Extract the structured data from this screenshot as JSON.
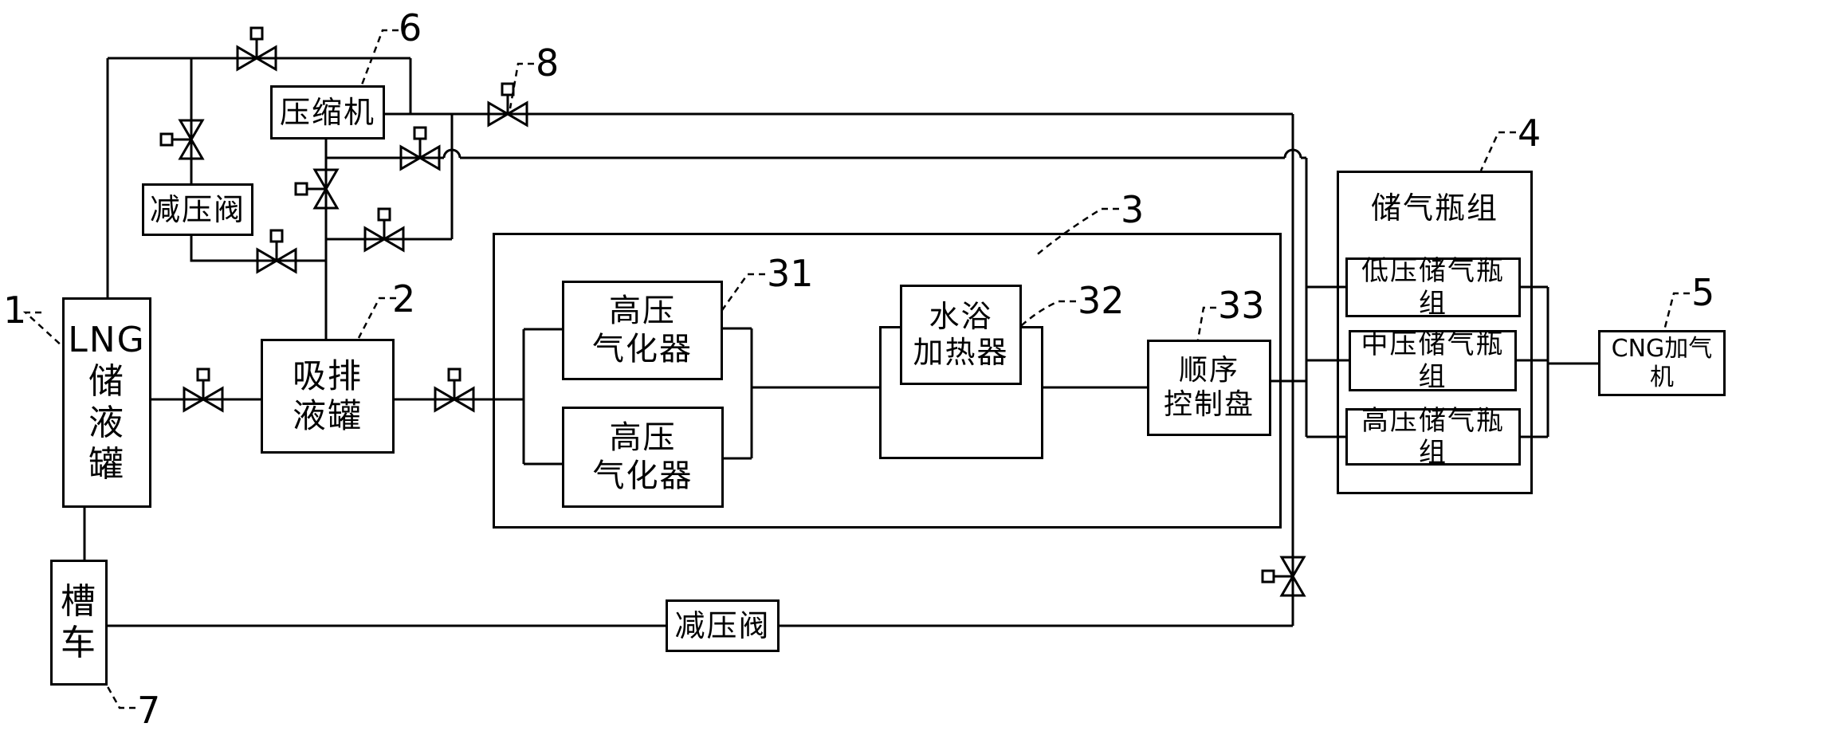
{
  "colors": {
    "background": "#ffffff",
    "line": "#000000"
  },
  "boxes": {
    "compressor": "压缩机",
    "relief_valve_top": "减压阀",
    "relief_valve_bottom": "减压阀",
    "lng_tank": {
      "line1": "LNG",
      "line2": "储",
      "line3": "液",
      "line4": "罐"
    },
    "suction_tank": {
      "line1": "吸排",
      "line2": "液罐"
    },
    "tank_truck": {
      "line1": "槽",
      "line2": "车"
    },
    "vaporizer_top": {
      "line1": "高压",
      "line2": "气化器"
    },
    "vaporizer_bottom": {
      "line1": "高压",
      "line2": "气化器"
    },
    "water_bath_heater": {
      "line1": "水浴",
      "line2": "加热器"
    },
    "sequence_control_panel": {
      "line1": "顺序",
      "line2": "控制盘"
    },
    "cylinder_group_title": "储气瓶组",
    "cylinder_low": "低压储气瓶组",
    "cylinder_mid": "中压储气瓶组",
    "cylinder_high": "高压储气瓶组",
    "cng_dispenser": "CNG加气机"
  },
  "ref_labels": {
    "r1": "1",
    "r2": "2",
    "r3": "3",
    "r4": "4",
    "r5": "5",
    "r6": "6",
    "r7": "7",
    "r8": "8",
    "r31": "31",
    "r32": "32",
    "r33": "33"
  }
}
